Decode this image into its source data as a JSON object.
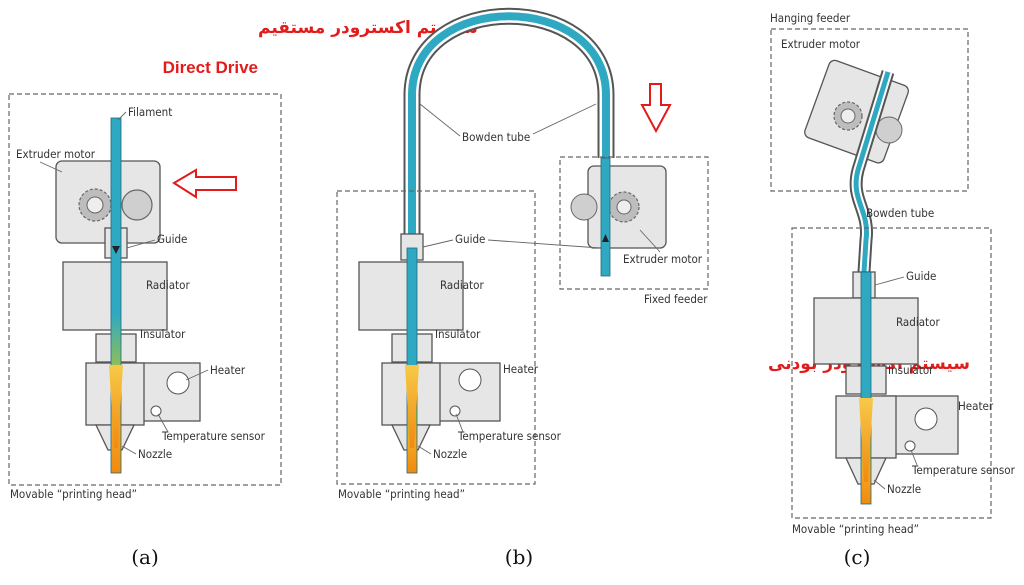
{
  "titles": {
    "direct_fa": "سیستم اکسترودر مستقیم",
    "direct_en": "Direct Drive",
    "bowden_fa": "سیستم اکسترودر بودنی"
  },
  "captions": {
    "a": "(a)",
    "b": "(b)",
    "c": "(c)"
  },
  "labels": {
    "filament": "Filament",
    "extruder_motor": "Extruder motor",
    "guide": "Guide",
    "radiator": "Radiator",
    "insulator": "Insulator",
    "heater": "Heater",
    "temperature_sensor": "Temperature sensor",
    "nozzle": "Nozzle",
    "movable_head": "Movable “printing head”",
    "bowden_tube": "Bowden tube",
    "fixed_feeder": "Fixed feeder",
    "hanging_feeder": "Hanging feeder"
  },
  "colors": {
    "filament_cyan": "#2fa9c2",
    "hot_orange": "#f5a623",
    "annotation_red": "#e31b1b",
    "metal_gray": "#9a9a9a",
    "part_fill": "#e6e6e6"
  },
  "icons": [
    "arrow-left-outline-icon",
    "arrow-down-outline-icon",
    "gear-icon",
    "idler-wheel-icon"
  ]
}
